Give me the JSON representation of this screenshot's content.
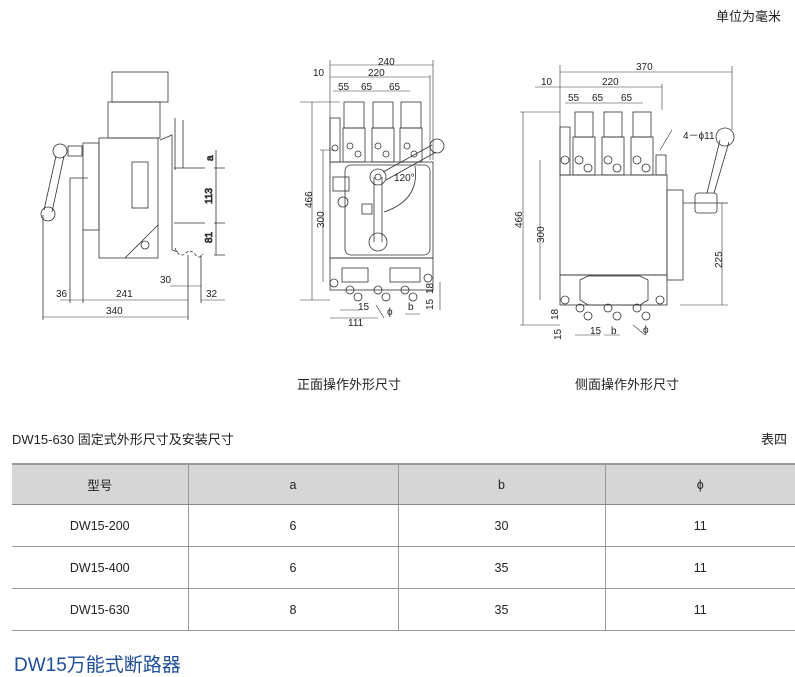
{
  "unit_note": "单位为毫米",
  "drawings": {
    "left": {
      "a": "a",
      "d113": "113",
      "d81": "81",
      "d30": "30",
      "d36": "36",
      "d241": "241",
      "d32": "32",
      "d340": "340"
    },
    "front": {
      "d240": "240",
      "d10": "10",
      "d220": "220",
      "d55": "55",
      "d65a": "65",
      "d65b": "65",
      "d466": "466",
      "d300": "300",
      "angle": "120°",
      "d111": "111",
      "d15": "15",
      "b": "b",
      "d15v": "15",
      "d18": "18",
      "phi": "ϕ"
    },
    "side": {
      "d370": "370",
      "d10": "10",
      "d220": "220",
      "d55": "55",
      "d65a": "65",
      "d65b": "65",
      "hole": "4－ϕ11",
      "d466": "466",
      "d300": "300",
      "d225": "225",
      "d18": "18",
      "d15v": "15",
      "d15": "15",
      "b": "b",
      "phi": "ϕ"
    }
  },
  "captions": {
    "front": "正面操作外形尺寸",
    "side": "侧面操作外形尺寸"
  },
  "table": {
    "title": "DW15-630 固定式外形尺寸及安装尺寸",
    "number": "表四",
    "headers": [
      "型号",
      "a",
      "b",
      "ϕ"
    ],
    "rows": [
      [
        "DW15-200",
        "6",
        "30",
        "11"
      ],
      [
        "DW15-400",
        "6",
        "35",
        "11"
      ],
      [
        "DW15-630",
        "8",
        "35",
        "11"
      ]
    ]
  },
  "footer_title": "DW15万能式断路器",
  "colors": {
    "accent": "#1b4d9b",
    "header_bg": "#d6d6d6"
  }
}
